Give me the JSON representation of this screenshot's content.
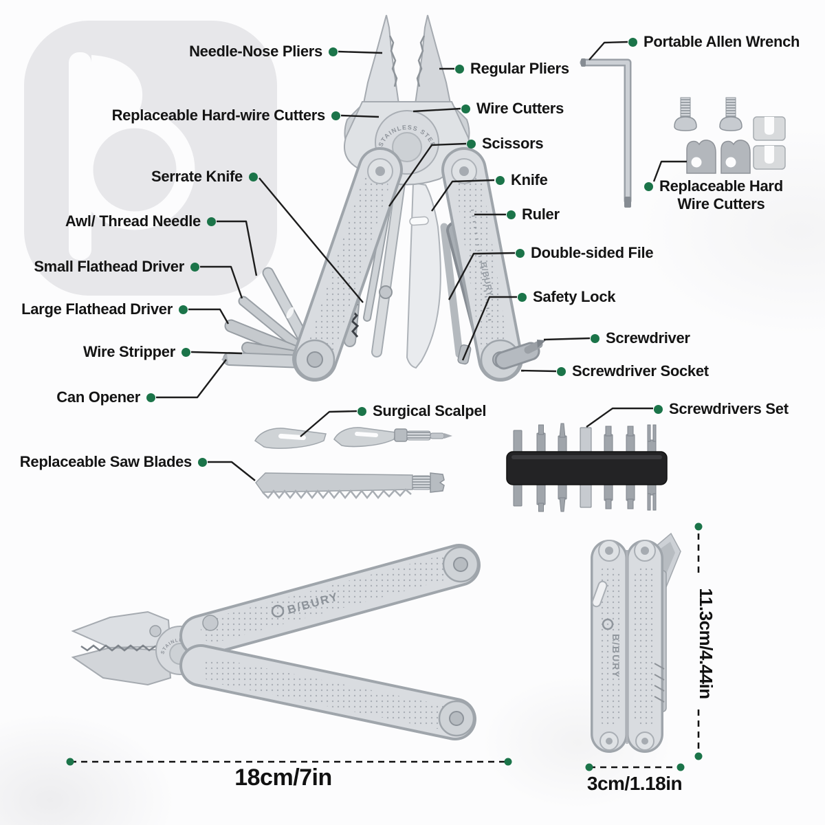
{
  "brand": {
    "name": "B/BURY"
  },
  "engraving": "STAINLESS STEEL",
  "colors": {
    "dot_green": "#1b7449",
    "leader_line": "#1c1c1c",
    "label_text": "#141414",
    "metal_light": "#d9dce0",
    "metal_edge": "#9fa5ab",
    "bit_holder_black": "#232325",
    "watermark_gray": "#e7e7ea"
  },
  "callouts": {
    "left": [
      {
        "text": "Needle-Nose Pliers"
      },
      {
        "text": "Replaceable Hard-wire Cutters"
      },
      {
        "text": "Serrate Knife"
      },
      {
        "text": "Awl/ Thread Needle"
      },
      {
        "text": "Small Flathead Driver"
      },
      {
        "text": "Large Flathead Driver"
      },
      {
        "text": "Wire Stripper"
      },
      {
        "text": "Can Opener"
      },
      {
        "text": "Replaceable Saw Blades"
      }
    ],
    "right": [
      {
        "text": "Regular Pliers"
      },
      {
        "text": "Wire Cutters"
      },
      {
        "text": "Scissors"
      },
      {
        "text": "Knife"
      },
      {
        "text": "Ruler"
      },
      {
        "text": "Double-sided File"
      },
      {
        "text": "Safety Lock"
      },
      {
        "text": "Screwdriver"
      },
      {
        "text": "Screwdriver Socket"
      },
      {
        "text": "Screwdrivers Set"
      },
      {
        "text": "Surgical Scalpel"
      }
    ],
    "top_right": [
      {
        "text": "Portable Allen Wrench"
      },
      {
        "line1": "Replaceable Hard",
        "line2": "Wire Cutters"
      }
    ]
  },
  "dimensions": {
    "length": "18cm/7in",
    "width": "3cm/1.18in",
    "height": "11.3cm/4.44in"
  },
  "figures": {
    "multitool-open": "opened multi-tool with all tools fanned out",
    "allen-wrench": "L-shaped torx allen key",
    "spare-cutter-kit": "two screws, two cutter blades, two clips",
    "scalpel-blades": "two surgical scalpel blades with adapter",
    "saw-blade": "replaceable saw blade with T-shank",
    "screwdriver-bit-set": "black holder with seven double-ended bits",
    "multitool-side": "closed multi-tool side view with pliers out",
    "multitool-folded": "folded multi-tool front view"
  }
}
